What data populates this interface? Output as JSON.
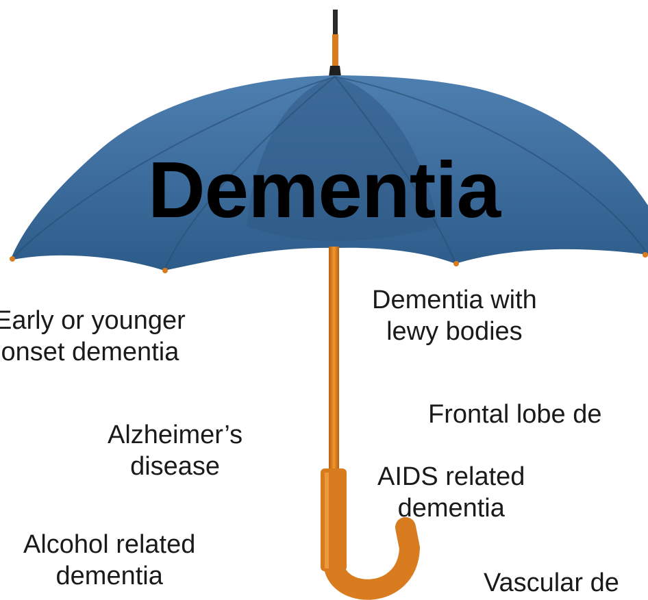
{
  "title": "Dementia",
  "types": [
    {
      "line1": "Early or younger",
      "line2": "onset dementia"
    },
    {
      "line1": "Dementia with",
      "line2": "lewy bodies"
    },
    {
      "line1": "Frontal lobe de",
      "line2": ""
    },
    {
      "line1": "Alzheimer’s",
      "line2": "disease"
    },
    {
      "line1": "AIDS related",
      "line2": "dementia"
    },
    {
      "line1": "Alcohol related",
      "line2": "dementia"
    },
    {
      "line1": "Vascular de",
      "line2": ""
    }
  ],
  "colors": {
    "canopy": "#3f6f9e",
    "canopy_dark": "#2f5a85",
    "handle": "#d97b1f",
    "text": "#1a1a1a"
  }
}
